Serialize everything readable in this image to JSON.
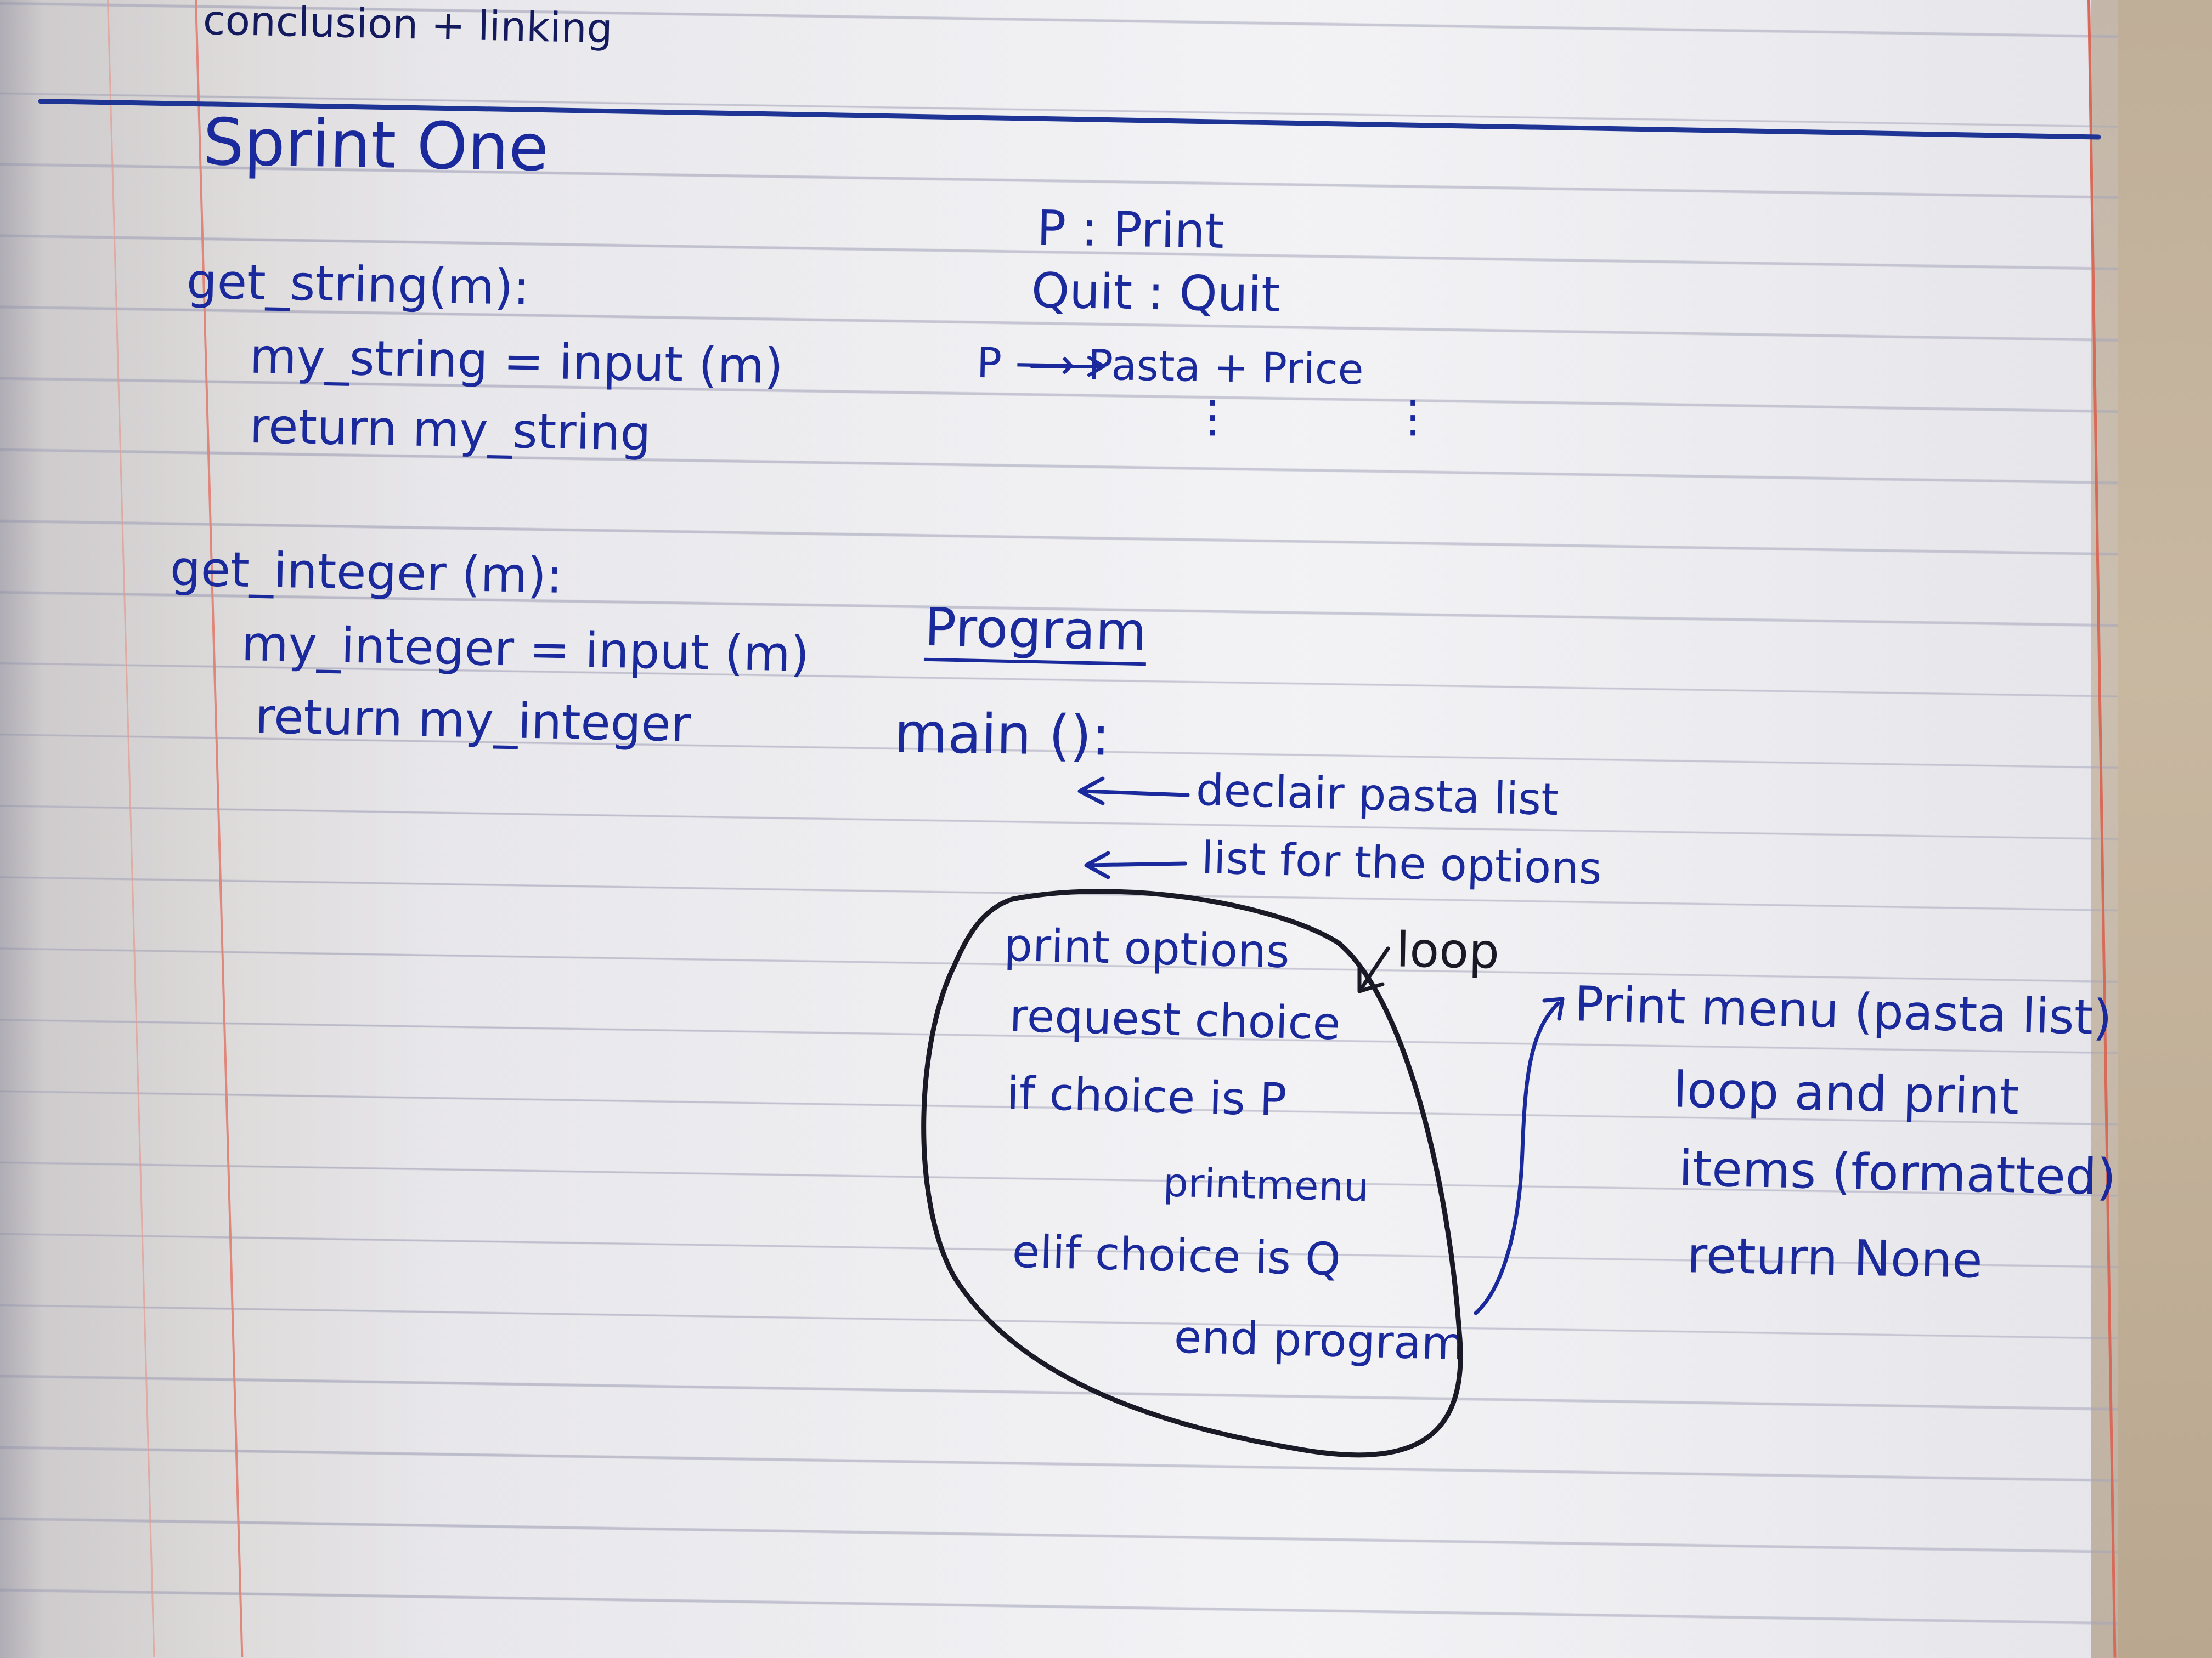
{
  "header": {
    "text": "conclusion + linking"
  },
  "section": {
    "title": "Sprint One"
  },
  "functions": {
    "get_string": {
      "def": "get_string(m):",
      "line1": "my_string = input (m)",
      "line2": "return my_string"
    },
    "get_integer": {
      "def": "get_integer (m):",
      "line1": "my_integer = input (m)",
      "line2": "return my_integer"
    }
  },
  "legend": {
    "print_option": "P : Print",
    "quit_option": "Quit : Quit",
    "mapping": "P ⟶ Pasta + Price",
    "dots": "⋮ ⋮"
  },
  "program": {
    "heading": "Program",
    "main_def": "main ():",
    "note_pasta": "declair pasta list",
    "note_options": "list for the options",
    "loop_label": "loop",
    "loop_lines": [
      "print options",
      "request choice",
      "if choice is P",
      "printmenu",
      "elif choice is Q",
      "end program"
    ]
  },
  "print_menu": {
    "def": "Print menu (pasta list)",
    "line1": "loop and print",
    "line2": "items (formatted)",
    "line3": "return None"
  },
  "colors": {
    "ink_blue": "#1a2a9c",
    "ink_black": "#1a1a26",
    "margin_red": "#e0867a",
    "rule_line": "#9696af"
  }
}
